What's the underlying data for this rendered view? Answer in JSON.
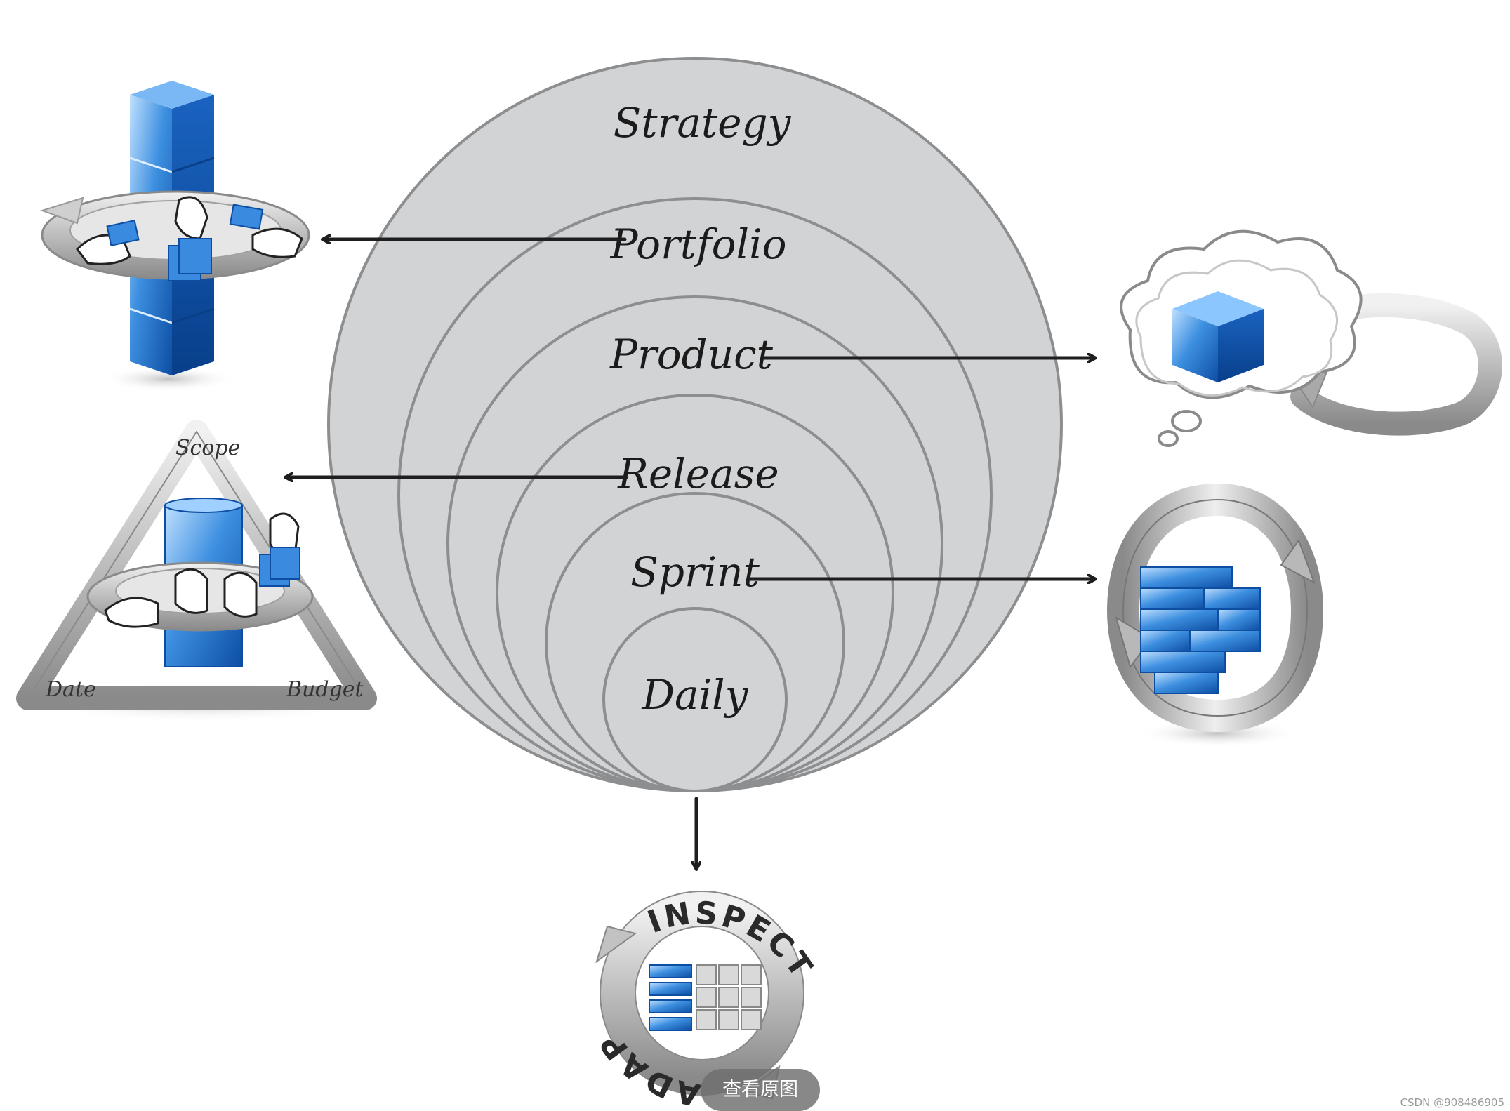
{
  "levels": {
    "strategy": "Strategy",
    "portfolio": "Portfolio",
    "product": "Product",
    "release": "Release",
    "sprint": "Sprint",
    "daily": "Daily"
  },
  "triangle": {
    "scope": "Scope",
    "date": "Date",
    "budget": "Budget"
  },
  "cycle": {
    "inspect": "INSPECT",
    "adapt": "ADAPT"
  },
  "overlay": {
    "view_original": "查看原图",
    "watermark": "CSDN @908486905"
  },
  "colors": {
    "circle_fill": "#d2d3d5",
    "circle_stroke": "#8d8e90",
    "arrow": "#1e1e1e",
    "accent_blue": "#2f7fd6"
  },
  "icons": {
    "portfolio": "cube-stack-hands-icon",
    "product": "thought-cloud-cube-icon",
    "release": "triangle-scope-date-budget-icon",
    "sprint": "rotating-backlog-icon",
    "daily": "inspect-adapt-cycle-icon"
  }
}
